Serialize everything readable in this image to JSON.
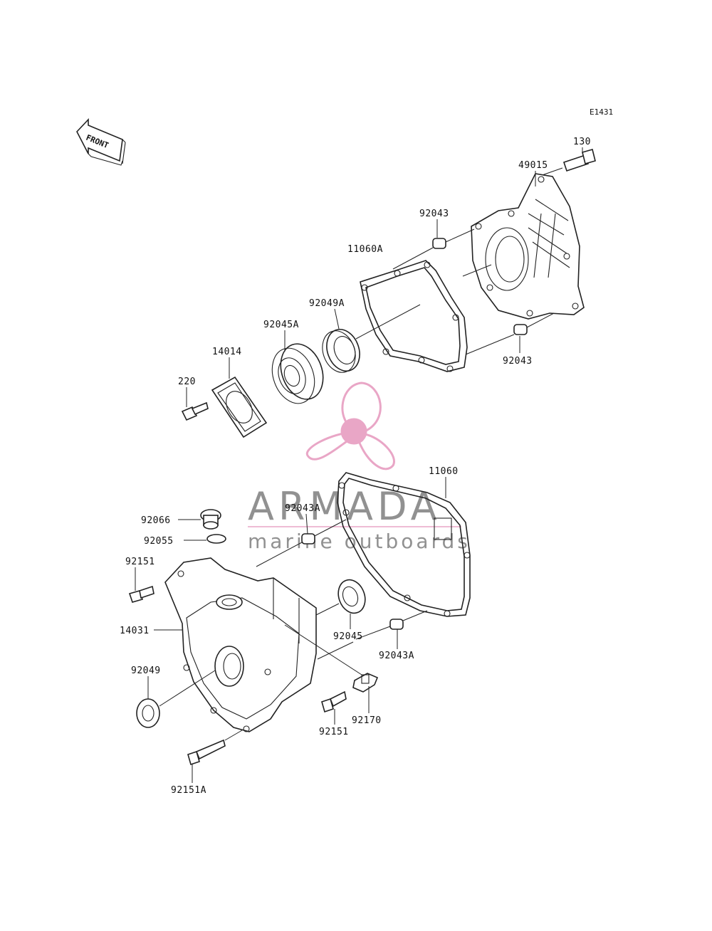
{
  "ref_code": "E1431",
  "front_label": "FRONT",
  "parts": {
    "p130": "130",
    "p49015": "49015",
    "p92043_top": "92043",
    "p11060A": "11060A",
    "p92049A": "92049A",
    "p92045A": "92045A",
    "p14014": "14014",
    "p220": "220",
    "p92043_mid": "92043",
    "p11060": "11060",
    "p92043A_top": "92043A",
    "p92066": "92066",
    "p92055": "92055",
    "p92151_left": "92151",
    "p14031": "14031",
    "p92045": "92045",
    "p92043A_bot": "92043A",
    "p92049": "92049",
    "p92170": "92170",
    "p92151_bot": "92151",
    "p92151A": "92151A"
  },
  "watermark": {
    "title": "ARMADA",
    "subtitle": "marine outboards",
    "color_pink": "#e8a2c4",
    "color_gray": "#8c8c8c"
  }
}
